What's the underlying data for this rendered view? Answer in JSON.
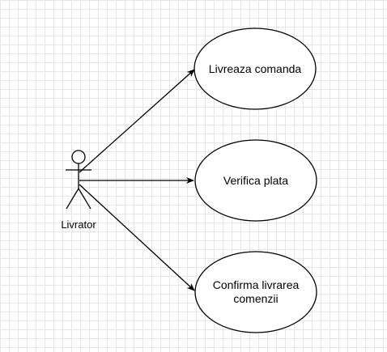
{
  "diagram": {
    "actor": {
      "name": "Livrator"
    },
    "use_cases": [
      {
        "label": "Livreaza comanda"
      },
      {
        "label": "Verifica plata"
      },
      {
        "label": "Confirma livrarea comenzii"
      }
    ],
    "colors": {
      "stroke": "#000000",
      "fill": "#ffffff",
      "grid": "#e6e6e6"
    }
  }
}
